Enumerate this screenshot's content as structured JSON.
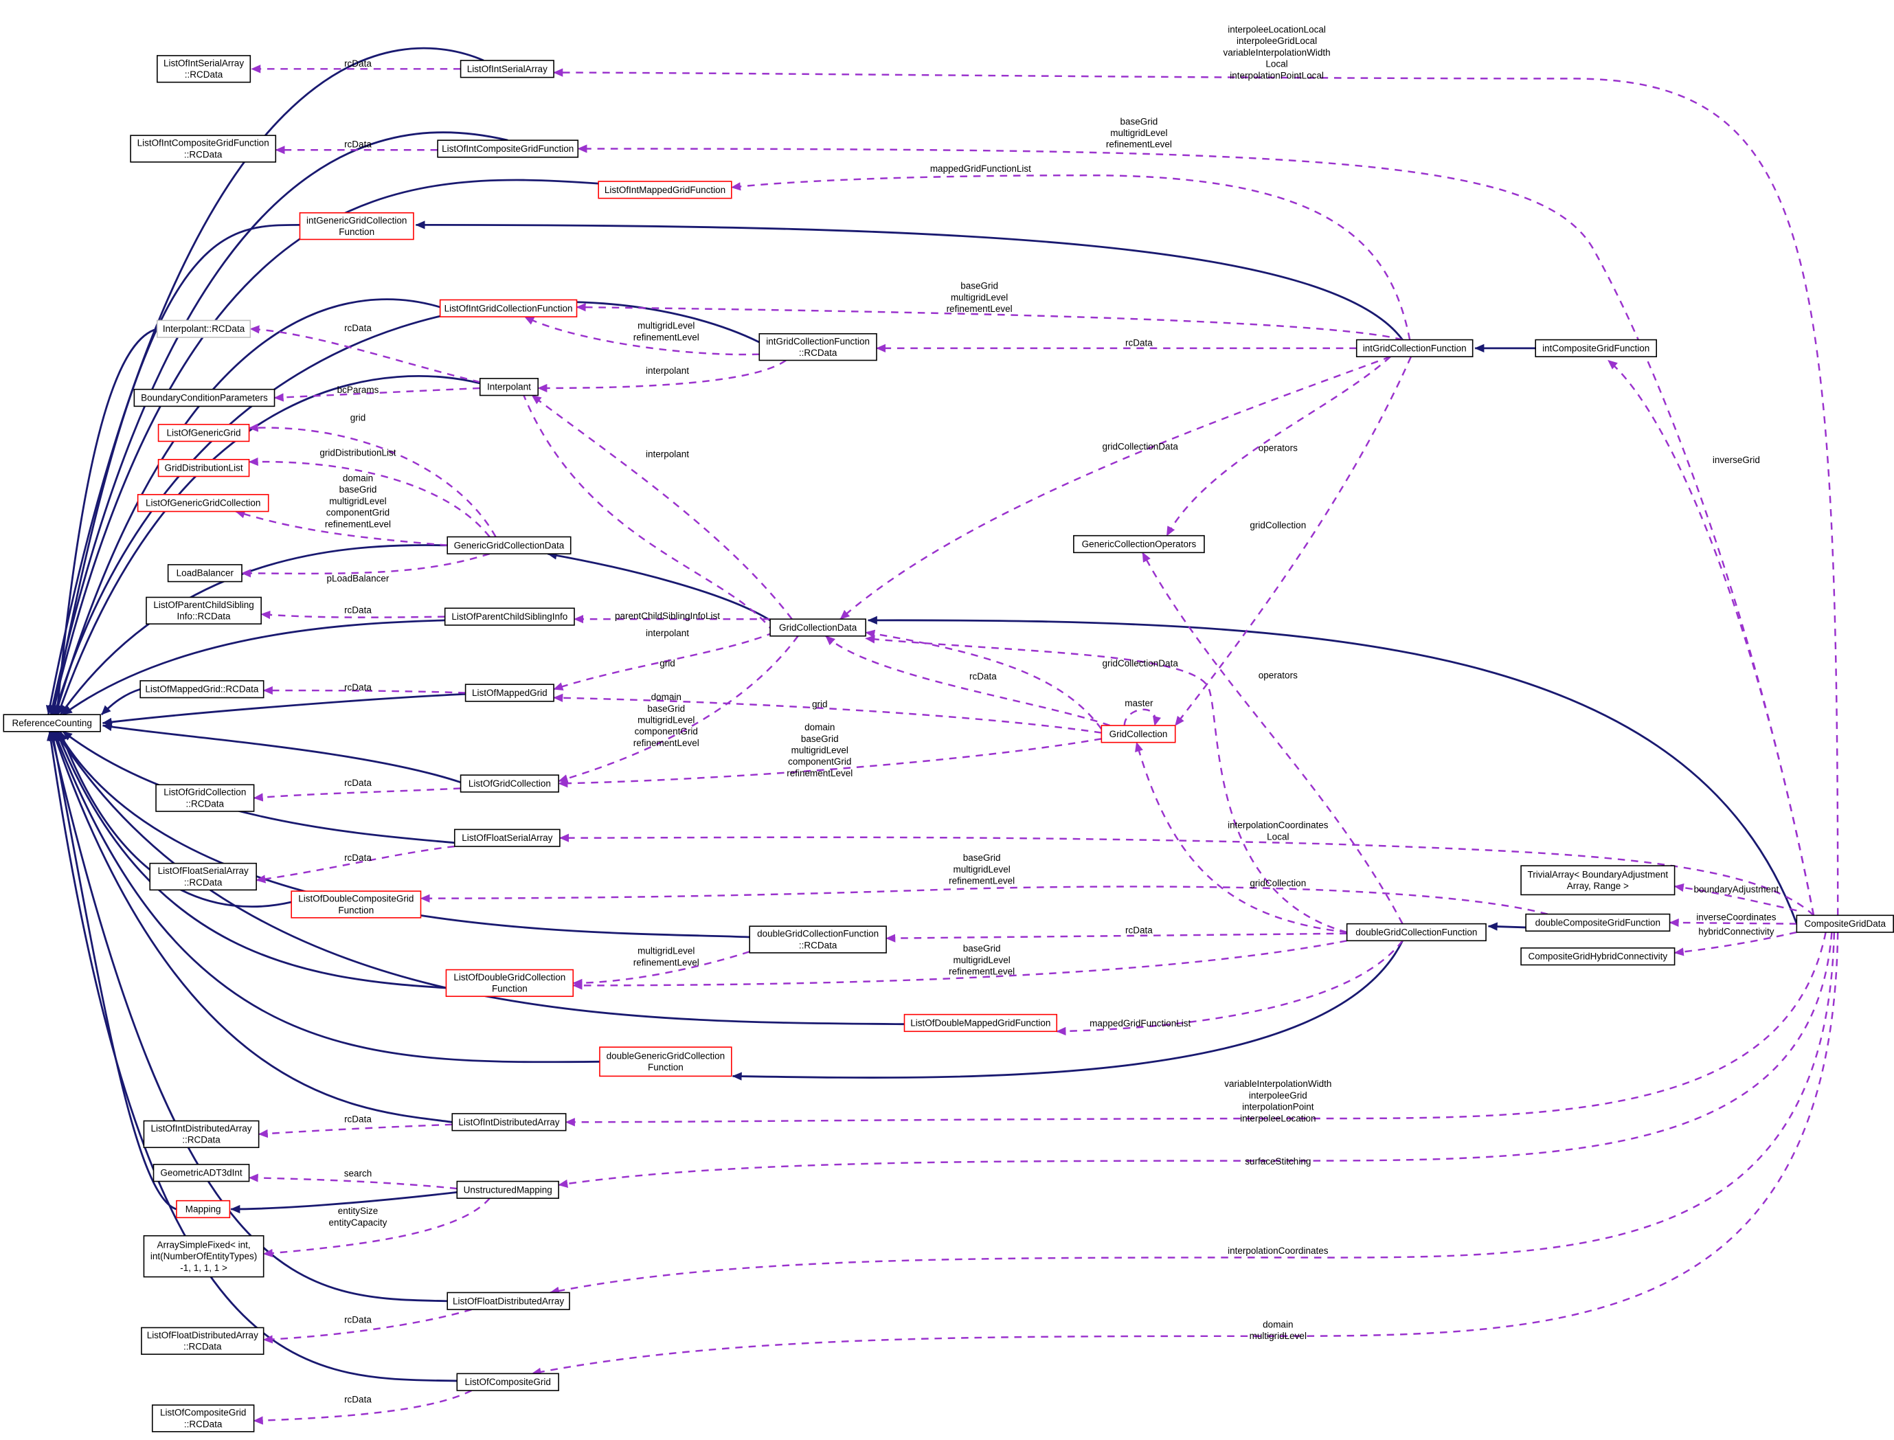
{
  "colors": {
    "inherit": "#191970",
    "use": "#9a32cd",
    "border_normal": "#000000",
    "border_truncated": "#ff0000",
    "border_undocumented": "#bfbfbf",
    "selected_fill": "#bfbfbf"
  },
  "nodes": [
    {
      "id": "CompositeGridData",
      "lines": [
        "CompositeGridData"
      ],
      "style": "selected"
    },
    {
      "id": "ReferenceCounting",
      "lines": [
        "ReferenceCounting"
      ],
      "style": "normal"
    },
    {
      "id": "ListOfIntSerialArray",
      "lines": [
        "ListOfIntSerialArray"
      ],
      "style": "normal"
    },
    {
      "id": "ListOfIntSerialArrayRC",
      "lines": [
        "ListOfIntSerialArray",
        "::RCData"
      ],
      "style": "normal"
    },
    {
      "id": "ListOfIntCompositeGridFunction",
      "lines": [
        "ListOfIntCompositeGridFunction"
      ],
      "style": "normal"
    },
    {
      "id": "ListOfIntCompositeGridFunctionRC",
      "lines": [
        "ListOfIntCompositeGridFunction",
        "::RCData"
      ],
      "style": "normal"
    },
    {
      "id": "ListOfIntMappedGridFunction",
      "lines": [
        "ListOfIntMappedGridFunction"
      ],
      "style": "red"
    },
    {
      "id": "intGenericGridCollectionFunction",
      "lines": [
        "intGenericGridCollection",
        "Function"
      ],
      "style": "red"
    },
    {
      "id": "ListOfIntGridCollectionFunction",
      "lines": [
        "ListOfIntGridCollectionFunction"
      ],
      "style": "red"
    },
    {
      "id": "InterpolantRC",
      "lines": [
        "Interpolant::RCData"
      ],
      "style": "gray"
    },
    {
      "id": "intGridCollectionFunctionRC",
      "lines": [
        "intGridCollectionFunction",
        "::RCData"
      ],
      "style": "normal"
    },
    {
      "id": "intGridCollectionFunction",
      "lines": [
        "intGridCollectionFunction"
      ],
      "style": "normal"
    },
    {
      "id": "intCompositeGridFunction",
      "lines": [
        "intCompositeGridFunction"
      ],
      "style": "normal"
    },
    {
      "id": "BoundaryConditionParameters",
      "lines": [
        "BoundaryConditionParameters"
      ],
      "style": "normal"
    },
    {
      "id": "Interpolant",
      "lines": [
        "Interpolant"
      ],
      "style": "normal"
    },
    {
      "id": "ListOfGenericGrid",
      "lines": [
        "ListOfGenericGrid"
      ],
      "style": "red"
    },
    {
      "id": "GridDistributionList",
      "lines": [
        "GridDistributionList"
      ],
      "style": "red"
    },
    {
      "id": "ListOfGenericGridCollection",
      "lines": [
        "ListOfGenericGridCollection"
      ],
      "style": "red"
    },
    {
      "id": "GenericCollectionOperators",
      "lines": [
        "GenericCollectionOperators"
      ],
      "style": "normal"
    },
    {
      "id": "GenericGridCollectionData",
      "lines": [
        "GenericGridCollectionData"
      ],
      "style": "normal"
    },
    {
      "id": "LoadBalancer",
      "lines": [
        "LoadBalancer"
      ],
      "style": "normal"
    },
    {
      "id": "ListOfParentChildSiblingInfoRC",
      "lines": [
        "ListOfParentChildSibling",
        "Info::RCData"
      ],
      "style": "normal"
    },
    {
      "id": "ListOfParentChildSiblingInfo",
      "lines": [
        "ListOfParentChildSiblingInfo"
      ],
      "style": "normal"
    },
    {
      "id": "GridCollectionData",
      "lines": [
        "GridCollectionData"
      ],
      "style": "normal"
    },
    {
      "id": "ListOfMappedGridRC",
      "lines": [
        "ListOfMappedGrid::RCData"
      ],
      "style": "normal"
    },
    {
      "id": "ListOfMappedGrid",
      "lines": [
        "ListOfMappedGrid"
      ],
      "style": "normal"
    },
    {
      "id": "GridCollection",
      "lines": [
        "GridCollection"
      ],
      "style": "red"
    },
    {
      "id": "ListOfGridCollectionRC",
      "lines": [
        "ListOfGridCollection",
        "::RCData"
      ],
      "style": "normal"
    },
    {
      "id": "ListOfGridCollection",
      "lines": [
        "ListOfGridCollection"
      ],
      "style": "normal"
    },
    {
      "id": "ListOfFloatSerialArray",
      "lines": [
        "ListOfFloatSerialArray"
      ],
      "style": "normal"
    },
    {
      "id": "ListOfFloatSerialArrayRC",
      "lines": [
        "ListOfFloatSerialArray",
        "::RCData"
      ],
      "style": "normal"
    },
    {
      "id": "ListOfDoubleCompositeGridFunction",
      "lines": [
        "ListOfDoubleCompositeGrid",
        "Function"
      ],
      "style": "red"
    },
    {
      "id": "TrivialArray",
      "lines": [
        "TrivialArray< BoundaryAdjustment",
        "Array, Range >"
      ],
      "style": "normal"
    },
    {
      "id": "doubleGridCollectionFunctionRC",
      "lines": [
        "doubleGridCollectionFunction",
        "::RCData"
      ],
      "style": "normal"
    },
    {
      "id": "doubleGridCollectionFunction",
      "lines": [
        "doubleGridCollectionFunction"
      ],
      "style": "normal"
    },
    {
      "id": "doubleCompositeGridFunction",
      "lines": [
        "doubleCompositeGridFunction"
      ],
      "style": "normal"
    },
    {
      "id": "CompositeGridHybridConnectivity",
      "lines": [
        "CompositeGridHybridConnectivity"
      ],
      "style": "normal"
    },
    {
      "id": "ListOfDoubleGridCollectionFunction",
      "lines": [
        "ListOfDoubleGridCollection",
        "Function"
      ],
      "style": "red"
    },
    {
      "id": "ListOfDoubleMappedGridFunction",
      "lines": [
        "ListOfDoubleMappedGridFunction"
      ],
      "style": "red"
    },
    {
      "id": "doubleGenericGridCollectionFunction",
      "lines": [
        "doubleGenericGridCollection",
        "Function"
      ],
      "style": "red"
    },
    {
      "id": "ListOfIntDistributedArrayRC",
      "lines": [
        "ListOfIntDistributedArray",
        "::RCData"
      ],
      "style": "normal"
    },
    {
      "id": "ListOfIntDistributedArray",
      "lines": [
        "ListOfIntDistributedArray"
      ],
      "style": "normal"
    },
    {
      "id": "GeometricADT3dInt",
      "lines": [
        "GeometricADT3dInt"
      ],
      "style": "normal"
    },
    {
      "id": "Mapping",
      "lines": [
        "Mapping"
      ],
      "style": "red"
    },
    {
      "id": "UnstructuredMapping",
      "lines": [
        "UnstructuredMapping"
      ],
      "style": "normal"
    },
    {
      "id": "ArraySimpleFixed",
      "lines": [
        "ArraySimpleFixed< int,",
        "int(NumberOfEntityTypes)",
        "-1, 1, 1, 1 >"
      ],
      "style": "normal"
    },
    {
      "id": "ListOfFloatDistributedArray",
      "lines": [
        "ListOfFloatDistributedArray"
      ],
      "style": "normal"
    },
    {
      "id": "ListOfFloatDistributedArrayRC",
      "lines": [
        "ListOfFloatDistributedArray",
        "::RCData"
      ],
      "style": "normal"
    },
    {
      "id": "ListOfCompositeGrid",
      "lines": [
        "ListOfCompositeGrid"
      ],
      "style": "normal"
    },
    {
      "id": "ListOfCompositeGridRC",
      "lines": [
        "ListOfCompositeGrid",
        "::RCData"
      ],
      "style": "normal"
    }
  ],
  "edge_labels": [
    {
      "id": "l_rc1",
      "lines": [
        "rcData"
      ]
    },
    {
      "id": "l_isa",
      "lines": [
        "interpoleeLocationLocal",
        "interpoleeGridLocal",
        "variableInterpolationWidth",
        "Local",
        "interpolationPointLocal"
      ]
    },
    {
      "id": "l_rc2",
      "lines": [
        "rcData"
      ]
    },
    {
      "id": "l_icgf",
      "lines": [
        "baseGrid",
        "multigridLevel",
        "refinementLevel"
      ]
    },
    {
      "id": "l_mgfl1",
      "lines": [
        "mappedGridFunctionList"
      ]
    },
    {
      "id": "l_ligcf",
      "lines": [
        "baseGrid",
        "multigridLevel",
        "refinementLevel"
      ]
    },
    {
      "id": "l_rc3",
      "lines": [
        "rcData"
      ]
    },
    {
      "id": "l_ligcf2",
      "lines": [
        "multigridLevel",
        "refinementLevel"
      ]
    },
    {
      "id": "l_interp1",
      "lines": [
        "interpolant"
      ]
    },
    {
      "id": "l_rc4",
      "lines": [
        "rcData"
      ]
    },
    {
      "id": "l_bc",
      "lines": [
        "bcParams"
      ]
    },
    {
      "id": "l_interp2",
      "lines": [
        "interpolant"
      ]
    },
    {
      "id": "l_gcd1",
      "lines": [
        "gridCollectionData"
      ]
    },
    {
      "id": "l_ops1",
      "lines": [
        "operators"
      ]
    },
    {
      "id": "l_inv",
      "lines": [
        "inverseGrid"
      ]
    },
    {
      "id": "l_grid1",
      "lines": [
        "grid"
      ]
    },
    {
      "id": "l_gdl",
      "lines": [
        "gridDistributionList"
      ]
    },
    {
      "id": "l_lggc",
      "lines": [
        "domain",
        "baseGrid",
        "multigridLevel",
        "componentGrid",
        "refinementLevel"
      ]
    },
    {
      "id": "l_gc1",
      "lines": [
        "gridCollection"
      ]
    },
    {
      "id": "l_plb",
      "lines": [
        "pLoadBalancer"
      ]
    },
    {
      "id": "l_rc5",
      "lines": [
        "rcData"
      ]
    },
    {
      "id": "l_pcsil",
      "lines": [
        "parentChildSiblingInfoList"
      ]
    },
    {
      "id": "l_interp3",
      "lines": [
        "interpolant"
      ]
    },
    {
      "id": "l_grid2",
      "lines": [
        "grid"
      ]
    },
    {
      "id": "l_gcd2",
      "lines": [
        "gridCollectionData"
      ]
    },
    {
      "id": "l_rc6",
      "lines": [
        "rcData"
      ]
    },
    {
      "id": "l_rc7",
      "lines": [
        "rcData"
      ]
    },
    {
      "id": "l_lmg",
      "lines": [
        "domain",
        "baseGrid",
        "multigridLevel",
        "componentGrid",
        "refinementLevel"
      ]
    },
    {
      "id": "l_grid3",
      "lines": [
        "grid"
      ]
    },
    {
      "id": "l_master",
      "lines": [
        "master"
      ]
    },
    {
      "id": "l_ops2",
      "lines": [
        "operators"
      ]
    },
    {
      "id": "l_lgc",
      "lines": [
        "domain",
        "baseGrid",
        "multigridLevel",
        "componentGrid",
        "refinementLevel"
      ]
    },
    {
      "id": "l_rc8",
      "lines": [
        "rcData"
      ]
    },
    {
      "id": "l_ics",
      "lines": [
        "interpolationCoordinates",
        "Local"
      ]
    },
    {
      "id": "l_rc9",
      "lines": [
        "rcData"
      ]
    },
    {
      "id": "l_ldcgf",
      "lines": [
        "baseGrid",
        "multigridLevel",
        "refinementLevel"
      ]
    },
    {
      "id": "l_gc2",
      "lines": [
        "gridCollection"
      ]
    },
    {
      "id": "l_ba",
      "lines": [
        "boundaryAdjustment"
      ]
    },
    {
      "id": "l_rc10",
      "lines": [
        "rcData"
      ]
    },
    {
      "id": "l_ic",
      "lines": [
        "inverseCoordinates"
      ]
    },
    {
      "id": "l_hc",
      "lines": [
        "hybridConnectivity"
      ]
    },
    {
      "id": "l_ldgcf2",
      "lines": [
        "multigridLevel",
        "refinementLevel"
      ]
    },
    {
      "id": "l_ldgcf",
      "lines": [
        "baseGrid",
        "multigridLevel",
        "refinementLevel"
      ]
    },
    {
      "id": "l_mgfl2",
      "lines": [
        "mappedGridFunctionList"
      ]
    },
    {
      "id": "l_lida",
      "lines": [
        "variableInterpolationWidth",
        "interpoleeGrid",
        "interpolationPoint",
        "interpoleeLocation"
      ]
    },
    {
      "id": "l_rc11",
      "lines": [
        "rcData"
      ]
    },
    {
      "id": "l_search",
      "lines": [
        "search"
      ]
    },
    {
      "id": "l_ss",
      "lines": [
        "surfaceStitching"
      ]
    },
    {
      "id": "l_es",
      "lines": [
        "entitySize",
        "entityCapacity"
      ]
    },
    {
      "id": "l_icoord",
      "lines": [
        "interpolationCoordinates"
      ]
    },
    {
      "id": "l_rc12",
      "lines": [
        "rcData"
      ]
    },
    {
      "id": "l_lcg",
      "lines": [
        "domain",
        "multigridLevel"
      ]
    },
    {
      "id": "l_rc13",
      "lines": [
        "rcData"
      ]
    }
  ]
}
